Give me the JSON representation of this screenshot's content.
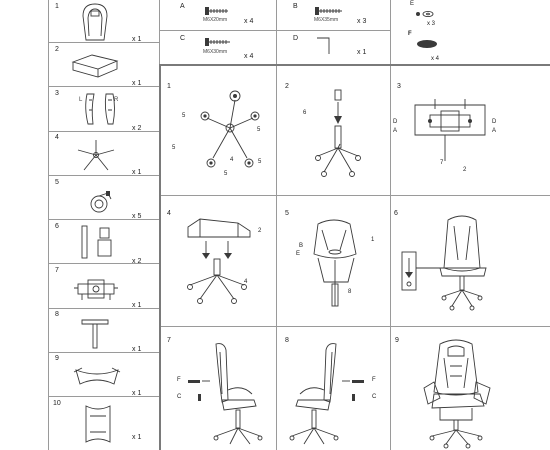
{
  "parts": [
    {
      "num": "1",
      "qty": "x 1"
    },
    {
      "num": "2",
      "qty": "x 1"
    },
    {
      "num": "3",
      "qty": "x 2",
      "left": "L",
      "right": "R"
    },
    {
      "num": "4",
      "qty": "x 1"
    },
    {
      "num": "5",
      "qty": "x 5"
    },
    {
      "num": "6",
      "qty": "x 2"
    },
    {
      "num": "7",
      "qty": "x 1"
    },
    {
      "num": "8",
      "qty": "x 1"
    },
    {
      "num": "9",
      "qty": "x 1"
    },
    {
      "num": "10",
      "qty": "x 1"
    }
  ],
  "hardware": {
    "A": {
      "label": "A",
      "size": "M6X20mm",
      "qty": "x 4"
    },
    "B": {
      "label": "B",
      "size": "M6X35mm",
      "qty": "x 3"
    },
    "C": {
      "label": "C",
      "size": "M6X30mm",
      "qty": "x 4"
    },
    "D": {
      "label": "D",
      "qty": "x 1"
    },
    "E": {
      "label": "E",
      "qty": "x 3"
    },
    "F": {
      "label": "F",
      "qty": "x 4"
    }
  },
  "steps": {
    "s1": {
      "num": "1",
      "callouts": [
        "5",
        "5",
        "5",
        "4",
        "5",
        "5"
      ]
    },
    "s2": {
      "num": "2",
      "callouts": [
        "6"
      ]
    },
    "s3": {
      "num": "3",
      "callouts": [
        "D",
        "A",
        "7",
        "2",
        "D",
        "A"
      ]
    },
    "s4": {
      "num": "4",
      "callouts": [
        "2",
        "4"
      ]
    },
    "s5": {
      "num": "5",
      "callouts": [
        "B",
        "E",
        "1",
        "8"
      ]
    },
    "s6": {
      "num": "6"
    },
    "s7": {
      "num": "7",
      "callouts": [
        "F",
        "C"
      ]
    },
    "s8": {
      "num": "8",
      "callouts": [
        "F",
        "C"
      ]
    },
    "s9": {
      "num": "9"
    }
  }
}
